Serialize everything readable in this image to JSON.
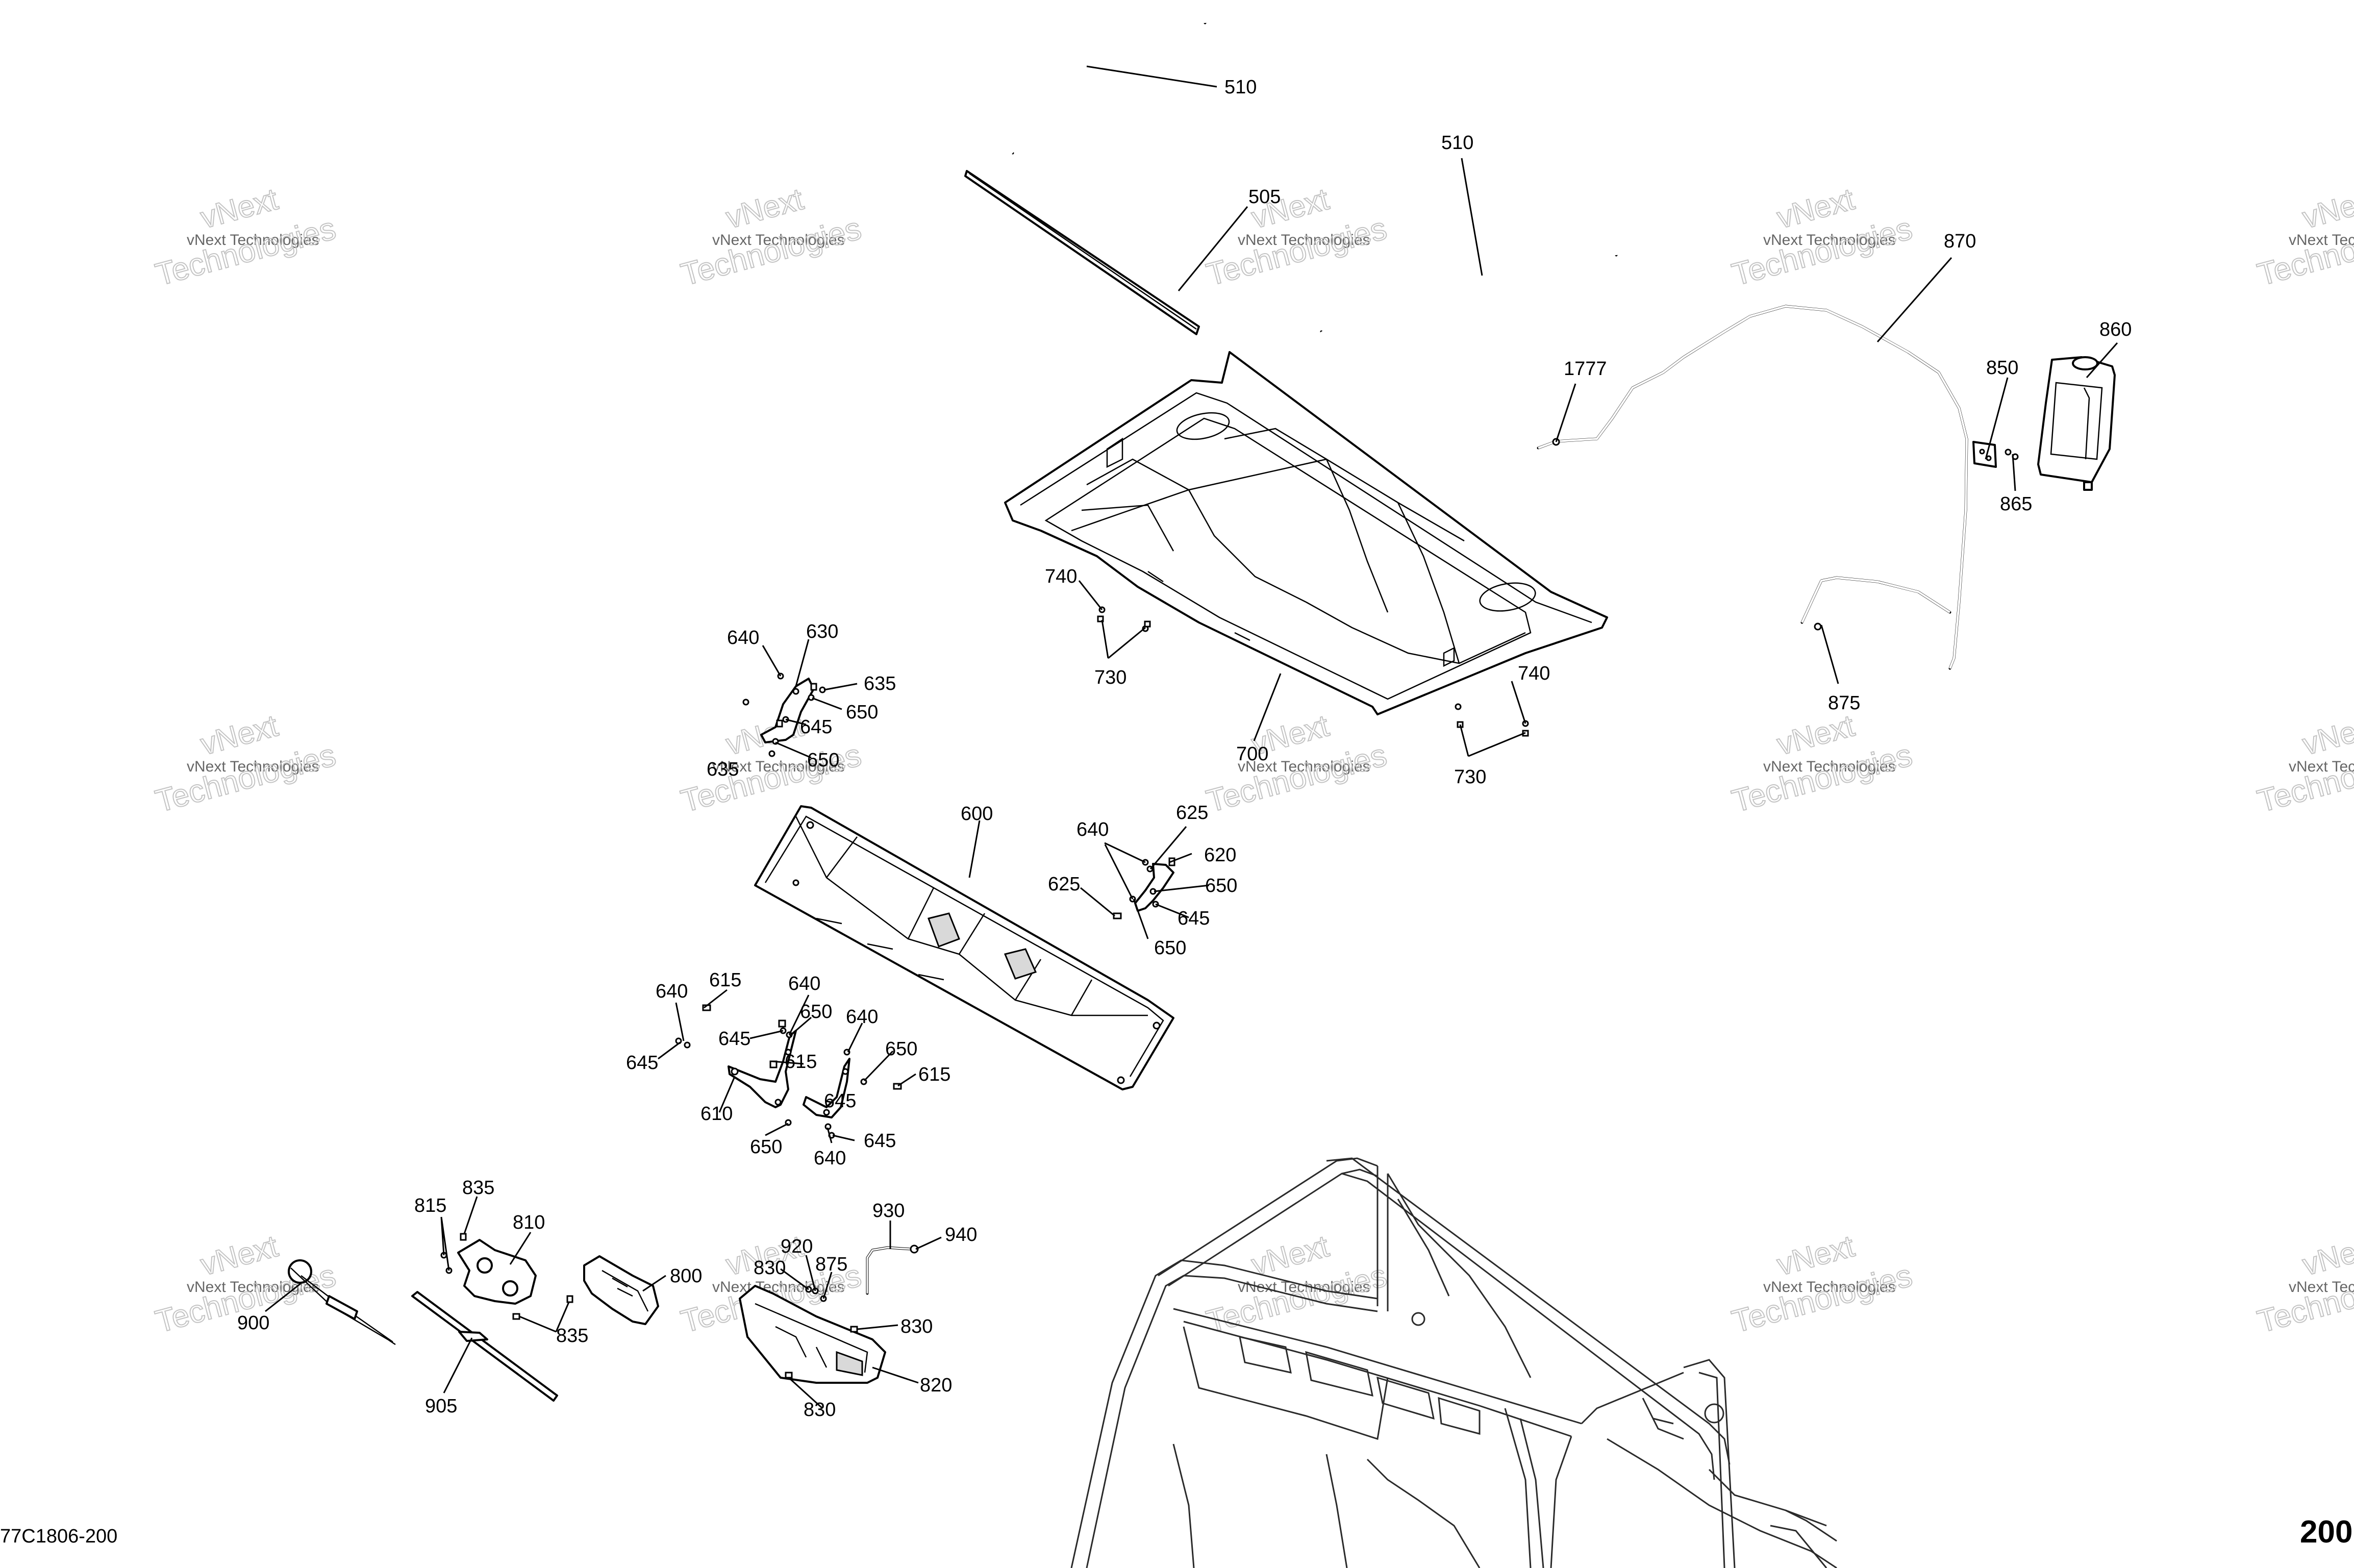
{
  "diagram": {
    "footer_code": "77C1806-200",
    "page_number": "200",
    "watermark": {
      "line1": "vNext",
      "line2": "vNext Technologies",
      "line3": "Technologies"
    },
    "callouts": [
      "510",
      "510",
      "505",
      "870",
      "1777",
      "860",
      "850",
      "865",
      "740",
      "730",
      "700",
      "740",
      "730",
      "875",
      "640",
      "630",
      "635",
      "650",
      "645",
      "650",
      "635",
      "600",
      "640",
      "625",
      "620",
      "650",
      "625",
      "645",
      "650",
      "640",
      "615",
      "640",
      "650",
      "645",
      "640",
      "645",
      "650",
      "615",
      "615",
      "645",
      "610",
      "650",
      "640",
      "645",
      "815",
      "835",
      "810",
      "800",
      "835",
      "900",
      "905",
      "930",
      "940",
      "920",
      "830",
      "875",
      "830",
      "820",
      "830"
    ]
  }
}
